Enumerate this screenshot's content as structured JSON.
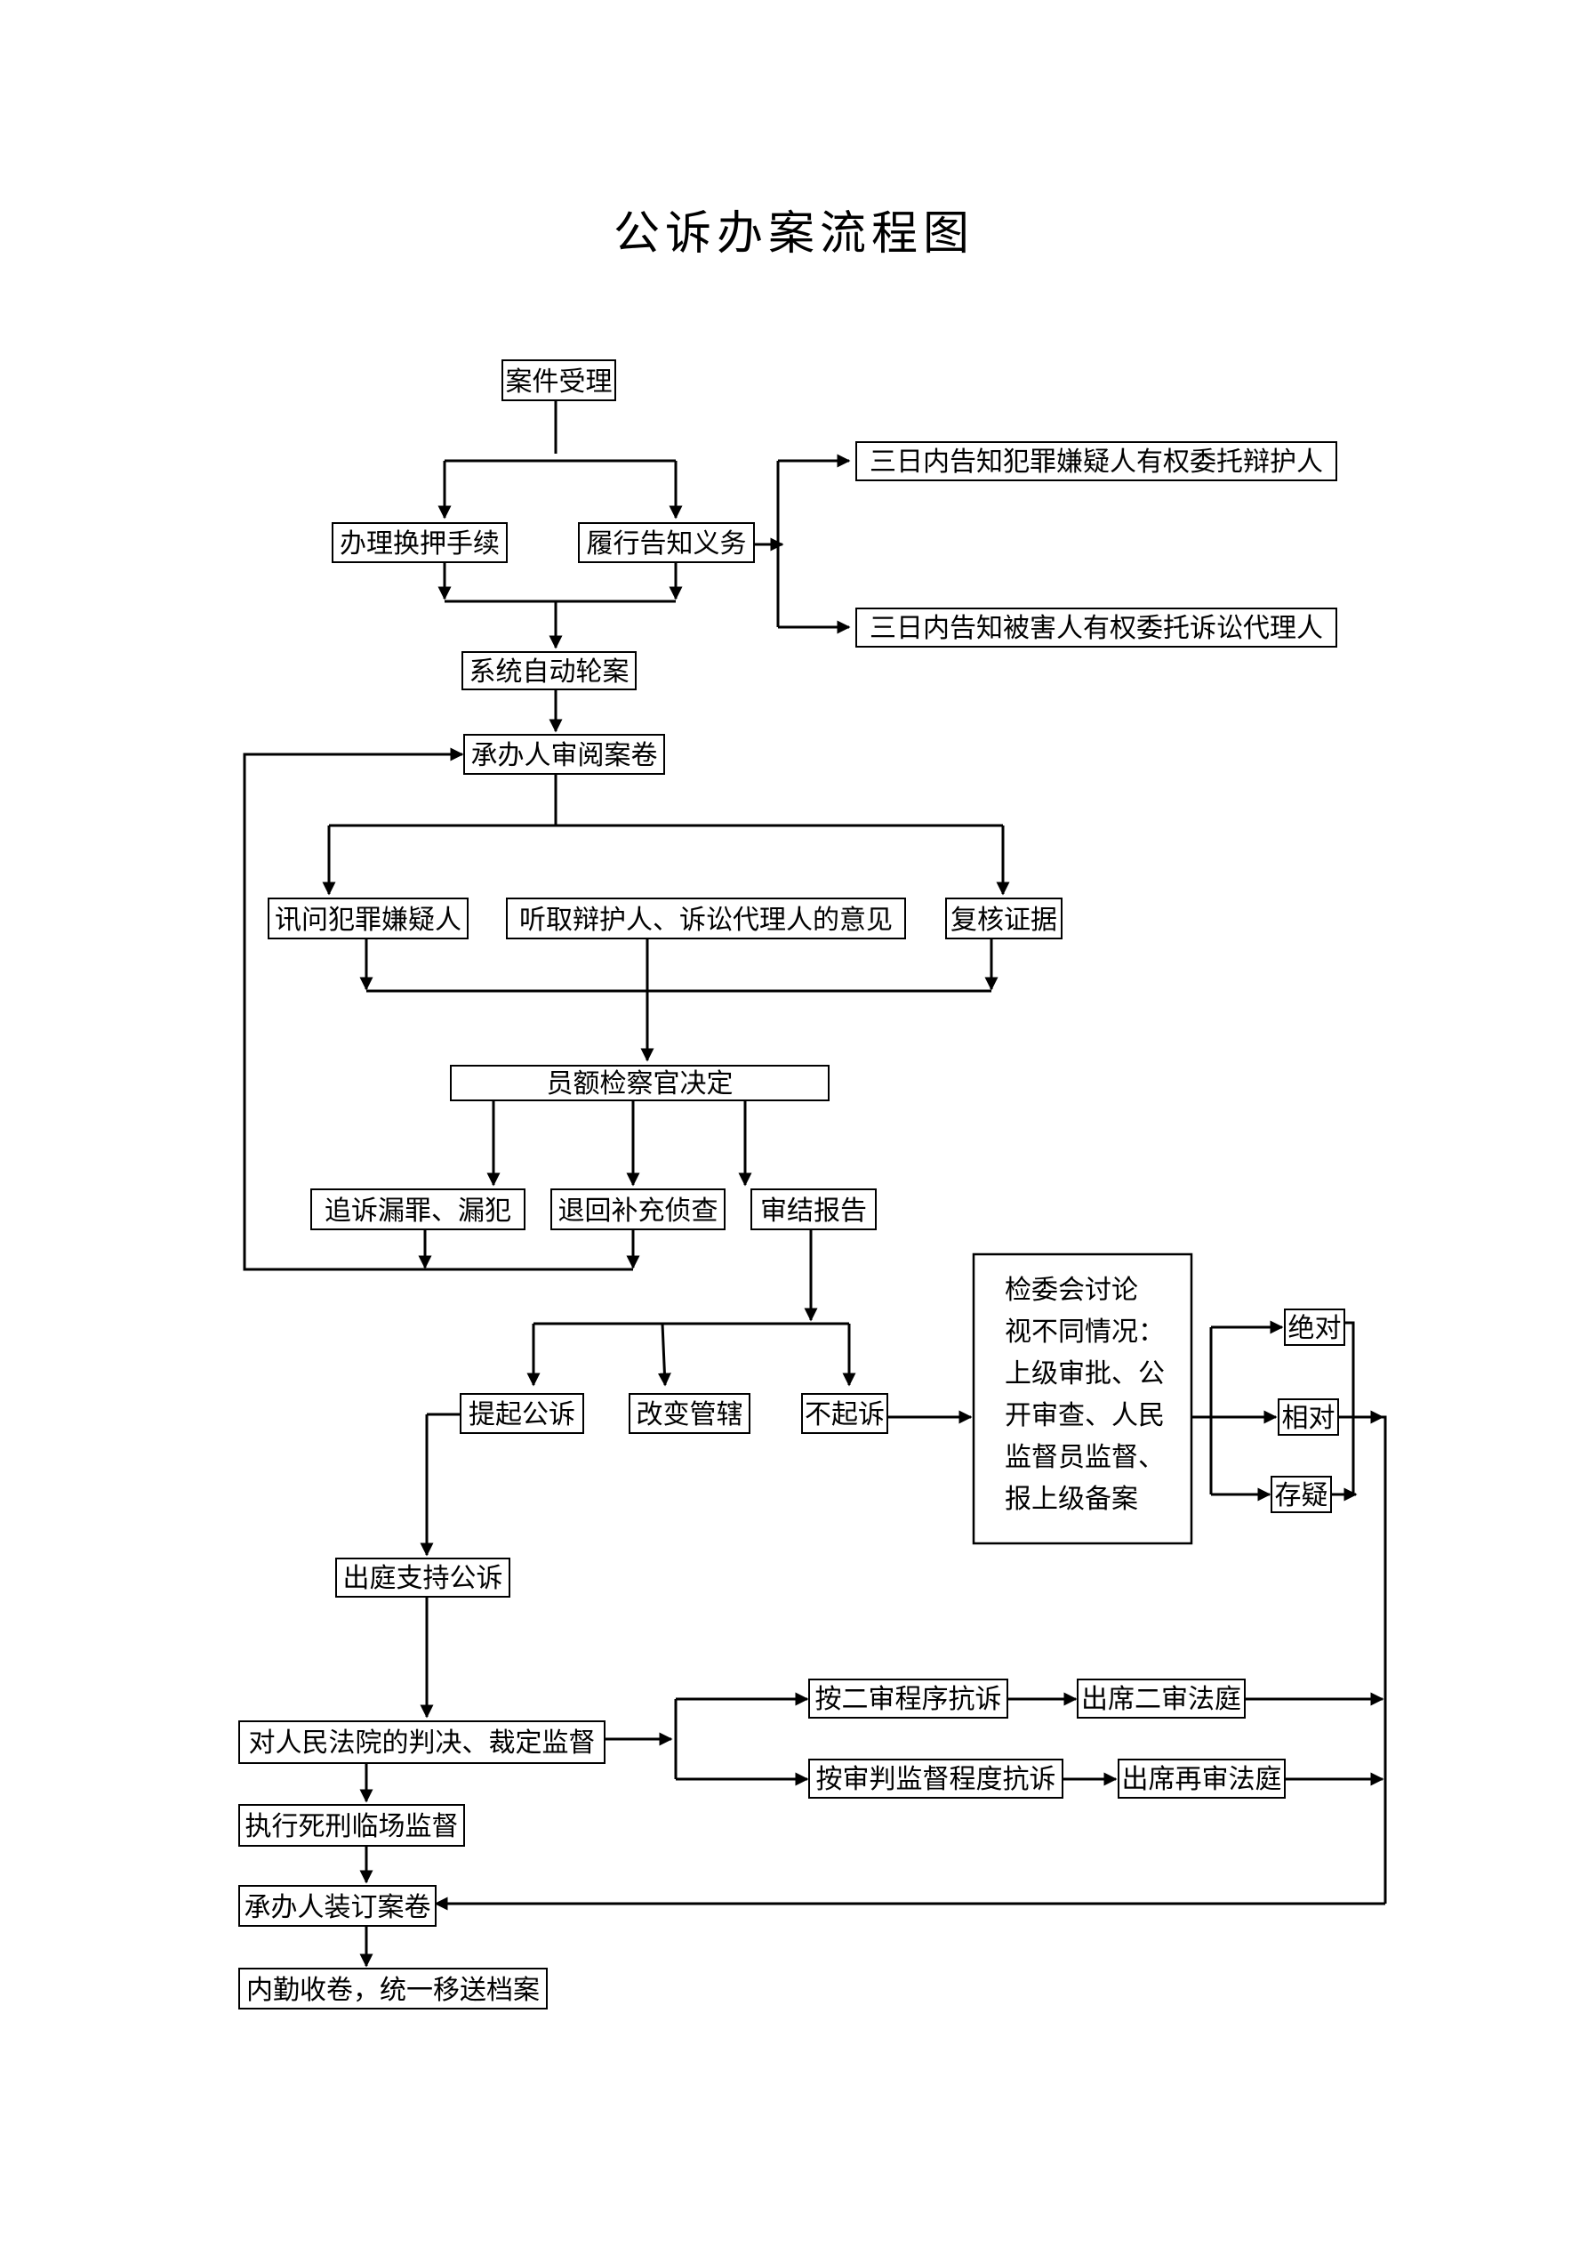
{
  "title": "公诉办案流程图",
  "nodes": {
    "accept": "案件受理",
    "detention": "办理换押手续",
    "notify": "履行告知义务",
    "notify_suspect": "三日内告知犯罪嫌疑人有权委托辩护人",
    "notify_victim": "三日内告知被害人有权委托诉讼代理人",
    "auto_assign": "系统自动轮案",
    "review": "承办人审阅案卷",
    "interrogate": "讯问犯罪嫌疑人",
    "hear_opinions": "听取辩护人、诉讼代理人的意见",
    "verify": "复核证据",
    "prosecutor_decision": "员额检察官决定",
    "pursue": "追诉漏罪、漏犯",
    "return": "退回补充侦查",
    "report": "审结报告",
    "prosecute": "提起公诉",
    "transfer": "改变管辖",
    "no_prosecute": "不起诉",
    "committee": [
      "检委会讨论",
      "视不同情况：",
      "上级审批、公",
      "开审查、人民",
      "监督员监督、",
      "报上级备案"
    ],
    "absolute": "绝对",
    "relative": "相对",
    "doubt": "存疑",
    "court": "出庭支持公诉",
    "supervise": "对人民法院的判决、裁定监督",
    "appeal2": "按二审程序抗诉",
    "appeal_sup": "按审判监督程度抗诉",
    "court2": "出席二审法庭",
    "court_retrial": "出席再审法庭",
    "execution": "执行死刑临场监督",
    "bind": "承办人装订案卷",
    "archive": "内勤收卷，统一移送档案"
  }
}
